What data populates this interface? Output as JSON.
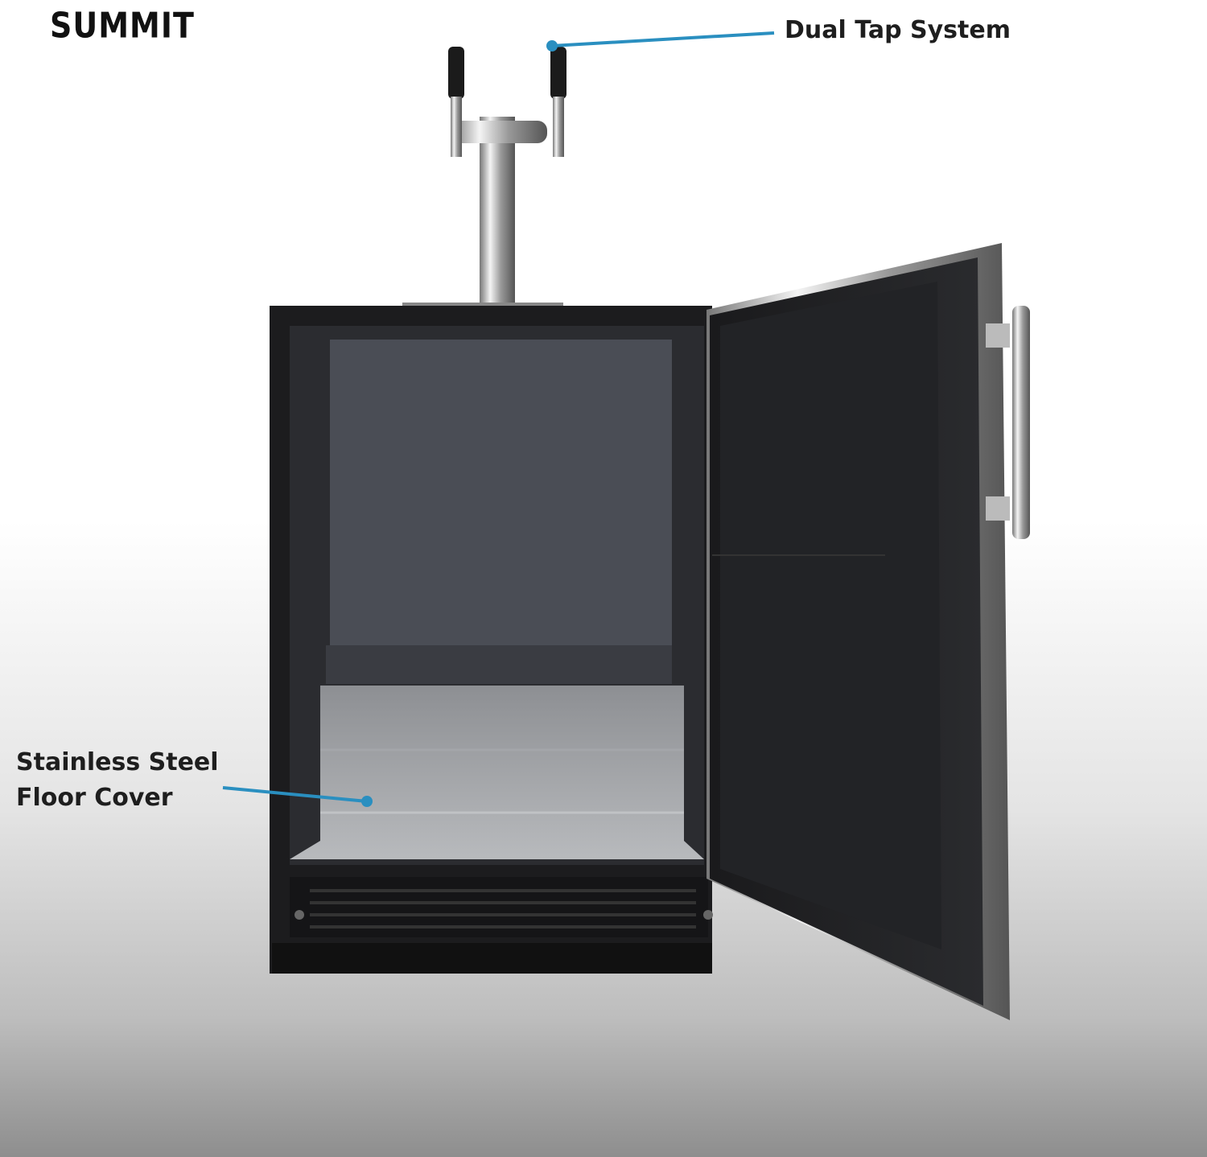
{
  "brand": {
    "logo_text": "SUMMIT"
  },
  "callouts": [
    {
      "label": "Dual Tap System"
    },
    {
      "label_line1": "Stainless Steel",
      "label_line2": "Floor Cover"
    }
  ],
  "colors": {
    "callout_line": "#2a8fc0",
    "cabinet": "#1c1c1e",
    "interior": "#4a4d55",
    "steel": "#a9abaf"
  }
}
